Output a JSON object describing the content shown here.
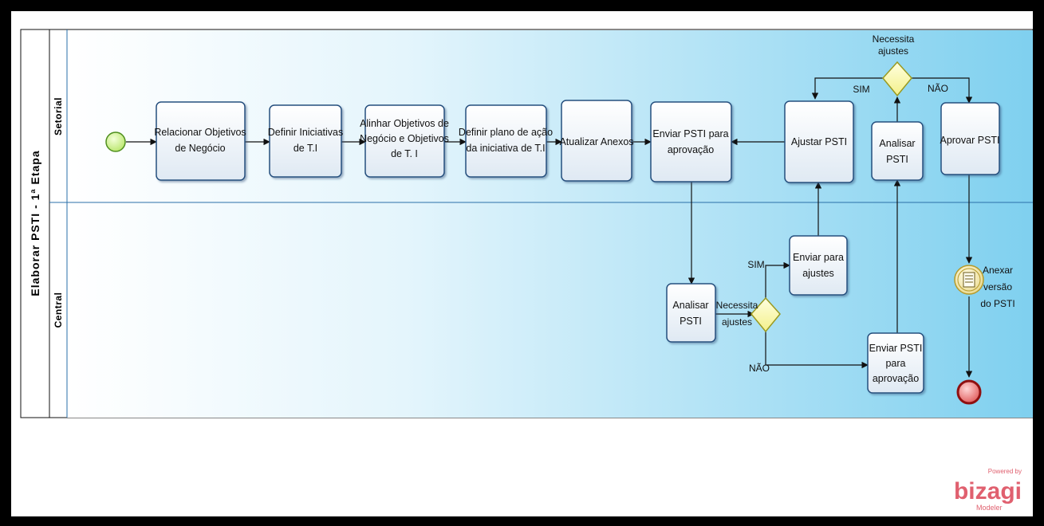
{
  "pool": {
    "title": "Elaborar PSTI - 1ª Etapa"
  },
  "lanes": {
    "top": "Setorial",
    "bottom": "Central"
  },
  "tasks": {
    "relacionar": [
      "Relacionar Objetivos",
      "de Negócio"
    ],
    "definir_iniciativas": [
      "Definir Iniciativas",
      "de T.I"
    ],
    "alinhar": [
      "Alinhar Objetivos de",
      "Negócio e Objetivos",
      "de T. I"
    ],
    "definir_plano": [
      "Definir plano de ação",
      "da  iniciativa de T.I"
    ],
    "atualizar": [
      "Atualizar  Anexos"
    ],
    "enviar_psti_top": [
      "Enviar PSTI para",
      "aprovação"
    ],
    "ajustar": [
      "Ajustar PSTI"
    ],
    "analisar_top": [
      "Analisar",
      "PSTI"
    ],
    "aprovar": [
      "Aprovar PSTI"
    ],
    "analisar_central": [
      "Analisar",
      "PSTI"
    ],
    "enviar_ajustes": [
      "Enviar para",
      "ajustes"
    ],
    "enviar_psti_central": [
      "Enviar PSTI",
      "para",
      "aprovação"
    ]
  },
  "gateways": {
    "top": {
      "question": [
        "Necessita",
        "ajustes"
      ],
      "yes": "SIM",
      "no": "NÃO"
    },
    "central": {
      "question": [
        "Necessita",
        "ajustes"
      ],
      "yes": "SIM",
      "no": "NÃO"
    }
  },
  "event_anexar": [
    "Anexar",
    "versão",
    "do PSTI"
  ],
  "brand": {
    "powered_by": "Powered by",
    "name": "bizagi",
    "product": "Modeler",
    "color": "#e0606f"
  },
  "colors": {
    "lane_start": "#ffffff",
    "lane_end": "#7fd0ef",
    "lane_line": "#2a6fa8",
    "task_border": "#27507e"
  }
}
